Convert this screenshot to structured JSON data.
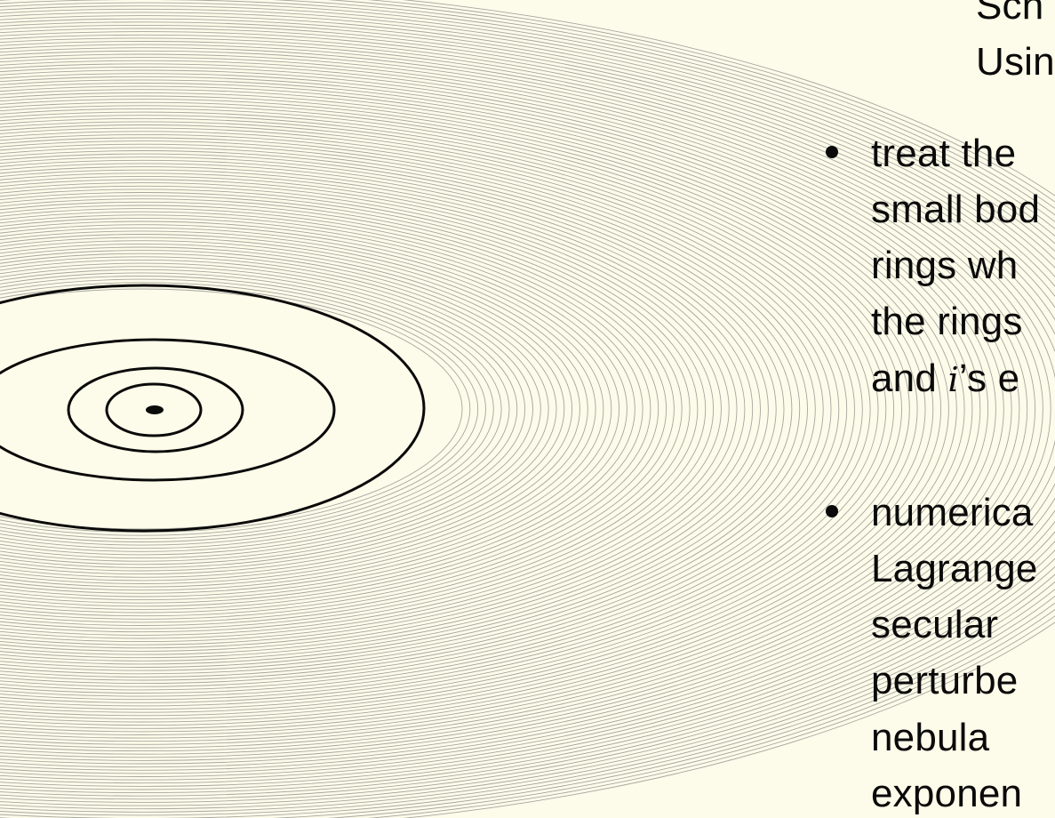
{
  "text_lines": [
    "Sch",
    "Usin",
    "treat  the",
    "small bod",
    "rings wh",
    "the rings",
    "and ",
    "i",
    "’s e",
    "numerica",
    "Lagrange",
    "secular",
    "perturbe",
    "nebula",
    "exponen"
  ],
  "colors": {
    "background": "#fdfbe9",
    "ink": "#0a0a0a",
    "thin_ring": "#a6a6a0"
  }
}
